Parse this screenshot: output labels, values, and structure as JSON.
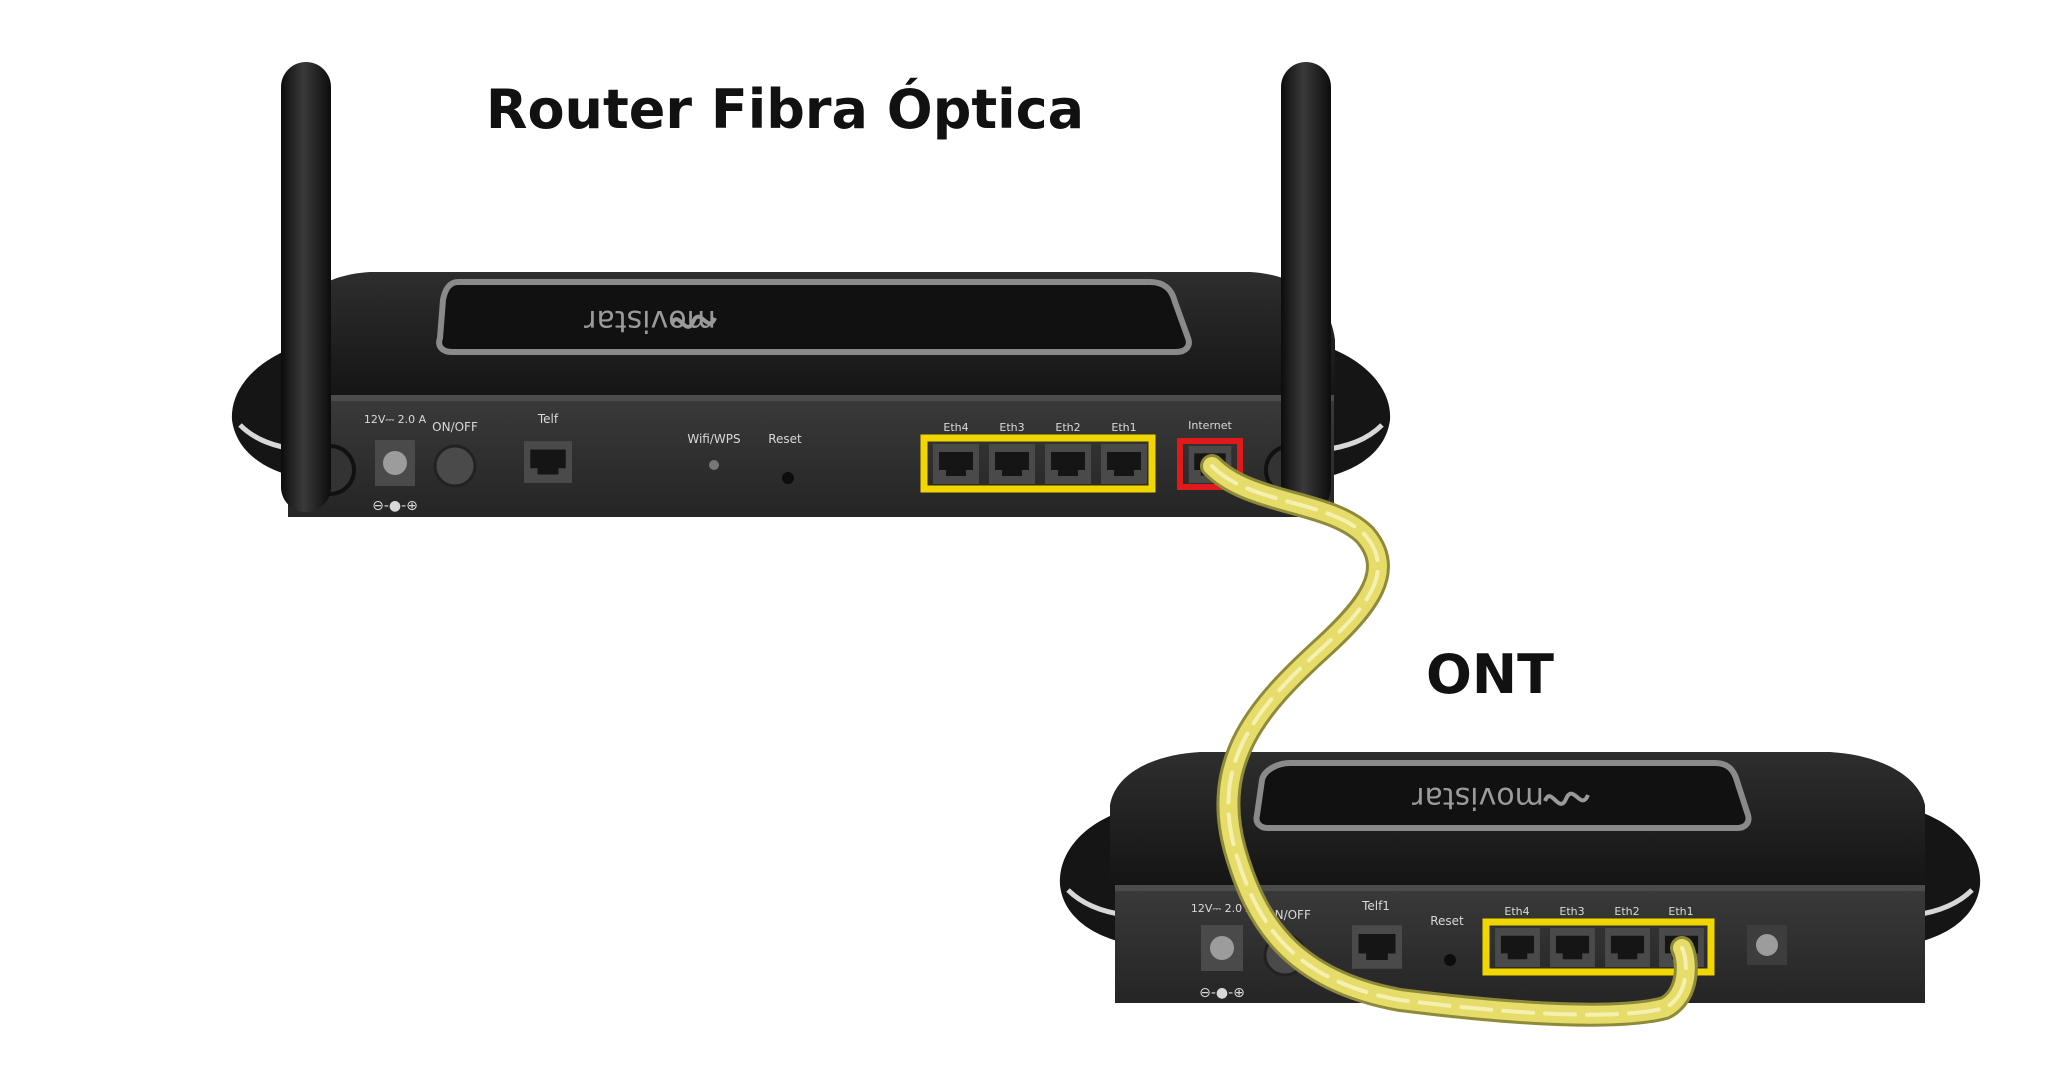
{
  "titles": {
    "router": "Router Fibra Óptica",
    "ont": "ONT"
  },
  "router": {
    "brand": "movistar",
    "power_label": "12V⎓ 2.0 A",
    "onoff_label": "ON/OFF",
    "telf_label": "Telf",
    "wifi_label": "Wifi/WPS",
    "reset_label": "Reset",
    "eth_labels": [
      "Eth4",
      "Eth3",
      "Eth2",
      "Eth1"
    ],
    "internet_label": "Internet",
    "polarity": "⊖-●-⊕"
  },
  "ont": {
    "brand": "movistar",
    "power_label": "12V⎓ 2.0 A",
    "onoff_label": "ON/OFF",
    "telf_label": "Telf1",
    "reset_label": "Reset",
    "eth_labels": [
      "Eth4",
      "Eth3",
      "Eth2",
      "Eth1"
    ],
    "polarity": "⊖-●-⊕"
  },
  "colors": {
    "eth_highlight": "#f2d600",
    "internet_highlight": "#e01a1a",
    "cable": "#e6dc6a",
    "body": "#1b1b1b"
  }
}
